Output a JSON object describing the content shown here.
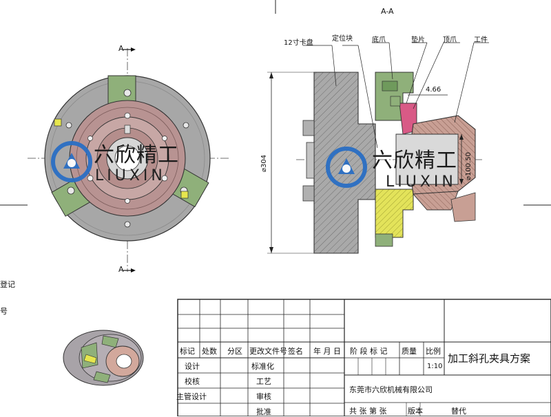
{
  "section": {
    "title": "A-A",
    "cut_mark_top": "A",
    "cut_mark_bottom": "A"
  },
  "callouts": {
    "chuck": "12寸卡盘",
    "locator": "定位块",
    "base_jaw": "底爪",
    "shim": "垫片",
    "top_jaw": "顶爪",
    "workpiece": "工件"
  },
  "dimensions": {
    "gap": "4.66",
    "outer_diameter": "304",
    "bore_diameter": "100.50"
  },
  "watermark": {
    "zh": "六欣精工",
    "en": "LIUXIN"
  },
  "left_margin": {
    "label1": "登记",
    "label2": "号"
  },
  "title_block": {
    "rev_headers": [
      "标记",
      "处数",
      "分区",
      "更改文件号",
      "签名",
      "年 月 日"
    ],
    "sign_rows": [
      {
        "left": "设计",
        "right": "标准化"
      },
      {
        "left": "校核",
        "right": "工艺"
      },
      {
        "left": "主管设计",
        "right": "审核"
      },
      {
        "left": "",
        "right": "批准"
      }
    ],
    "stage_label": "阶 段 标 记",
    "weight_label": "质量",
    "scale_label": "比例",
    "scale_value": "1:10",
    "drawing_title": "加工斜孔夹具方案",
    "company": "东莞市六欣机械有限公司",
    "sheet_info": "共  张 第  张",
    "version_label": "版本",
    "replace_label": "替代"
  },
  "colors": {
    "chuck_body": "#a8a8a8",
    "chuck_face": "#b8b4b4",
    "jaw_green": "#8fb07a",
    "jaw_yellow": "#e6e64e",
    "plate_rose": "#b89392",
    "workpiece": "#c49a8e",
    "hatch": "#9a9a9a",
    "logo_blue": "#2a6fc4"
  }
}
